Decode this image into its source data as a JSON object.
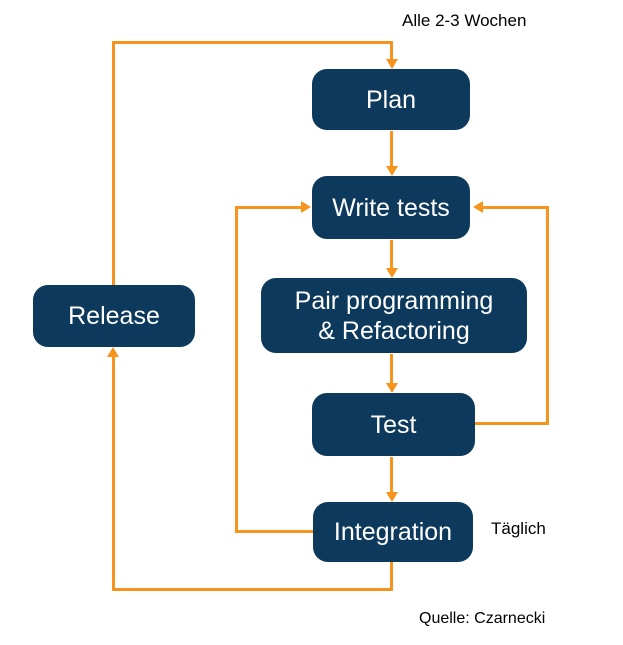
{
  "diagram": {
    "title_context": "XP development cycle flowchart",
    "nodes": {
      "plan": {
        "label": "Plan"
      },
      "write_tests": {
        "label": "Write tests"
      },
      "pair": {
        "label": "Pair programming & Refactoring",
        "line1": "Pair programming",
        "line2": "& Refactoring"
      },
      "test": {
        "label": "Test"
      },
      "integration": {
        "label": "Integration"
      },
      "release": {
        "label": "Release"
      }
    },
    "edges": [
      {
        "from": "plan",
        "to": "write_tests"
      },
      {
        "from": "write_tests",
        "to": "pair"
      },
      {
        "from": "pair",
        "to": "test"
      },
      {
        "from": "test",
        "to": "integration"
      },
      {
        "from": "test",
        "to": "write_tests",
        "route": "right-loop"
      },
      {
        "from": "integration",
        "to": "write_tests",
        "route": "left-loop",
        "label": "Täglich"
      },
      {
        "from": "integration",
        "to": "release",
        "route": "bottom-left-loop"
      },
      {
        "from": "release",
        "to": "plan",
        "route": "top-loop",
        "label": "Alle 2-3 Wochen"
      }
    ],
    "annotations": {
      "cycle_label": "Alle 2-3 Wochen",
      "daily_label": "Täglich",
      "source_label": "Quelle: Czarnecki"
    },
    "colors": {
      "node_fill": "#0d3a5c",
      "node_text": "#ffffff",
      "arrow": "#f7941e",
      "annotation_text": "#000000",
      "background": "#ffffff"
    }
  }
}
